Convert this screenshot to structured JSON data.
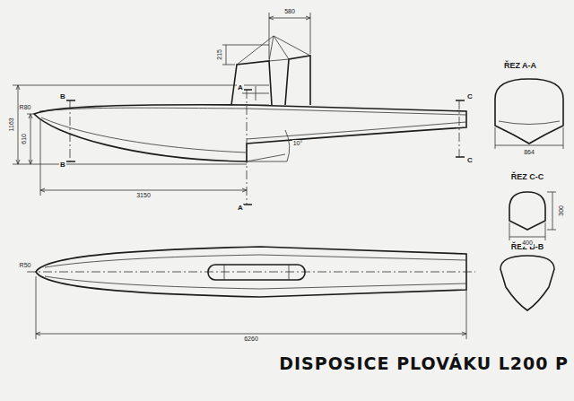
{
  "diagram": {
    "title": "DISPOSICE PLOVÁKU L200 P",
    "labels": [
      "ŘEZ A-A",
      "ŘEZ C-C",
      "ŘEZ B-B",
      "A",
      "A",
      "B",
      "B",
      "C",
      "C",
      "580",
      "215",
      "1163",
      "610",
      "3150",
      "6260",
      "864",
      "400",
      "300",
      "R80",
      "R50",
      "10°"
    ]
  }
}
